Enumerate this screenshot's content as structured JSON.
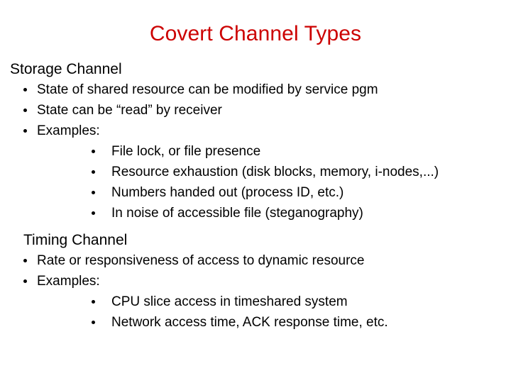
{
  "slide": {
    "title": "Covert Channel Types",
    "title_color": "#CC0000",
    "background_color": "#FFFFFF",
    "text_color": "#000000",
    "bullet_glyph": "filled-round-bullet",
    "sections": [
      {
        "heading": "Storage Channel",
        "bullets": [
          {
            "level": 1,
            "text": "State of shared resource can be modified by service pgm"
          },
          {
            "level": 1,
            "text": "State can be “read” by receiver"
          },
          {
            "level": 1,
            "text": "Examples:"
          },
          {
            "level": 2,
            "text": "File lock, or file presence"
          },
          {
            "level": 2,
            "text": "Resource exhaustion (disk blocks, memory, i-nodes,...)"
          },
          {
            "level": 2,
            "text": "Numbers handed out (process ID, etc.)"
          },
          {
            "level": 2,
            "text": "In noise of accessible file (steganography)"
          }
        ]
      },
      {
        "heading": "Timing Channel",
        "bullets": [
          {
            "level": 1,
            "text": "Rate or responsiveness of access to dynamic resource"
          },
          {
            "level": 1,
            "text": "Examples:"
          },
          {
            "level": 2,
            "text": "CPU slice access in timeshared system"
          },
          {
            "level": 2,
            "text": "Network access time, ACK response time, etc."
          }
        ]
      }
    ]
  }
}
